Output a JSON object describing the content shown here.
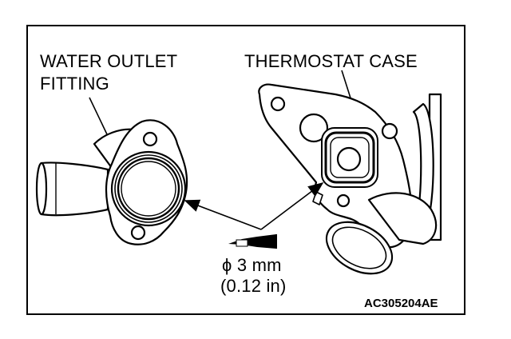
{
  "labels": {
    "water_outlet_line1": "WATER OUTLET",
    "water_outlet_line2": "FITTING",
    "thermostat_case": "THERMOSTAT CASE",
    "bead_diameter": "ϕ 3 mm",
    "bead_diameter_in": "(0.12 in)",
    "figure_code": "AC305204AE"
  },
  "icons": [
    "sealant-tube-icon",
    "leader-arrow-icon"
  ]
}
